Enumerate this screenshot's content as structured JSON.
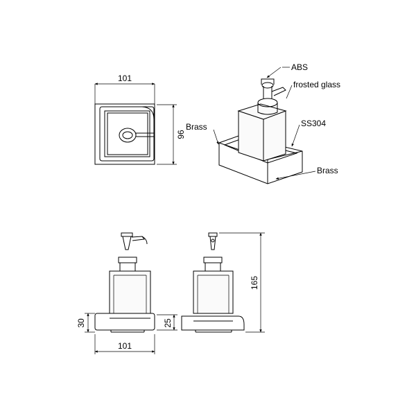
{
  "dimensions": {
    "top_width": "101",
    "top_depth": "96",
    "front_width": "101",
    "base_height": "30",
    "side_base_height": "25",
    "total_height": "165"
  },
  "materials": {
    "pump": "ABS",
    "bottle": "frosted glass",
    "tray_left": "Brass",
    "inner_frame": "SS304",
    "base": "Brass"
  }
}
